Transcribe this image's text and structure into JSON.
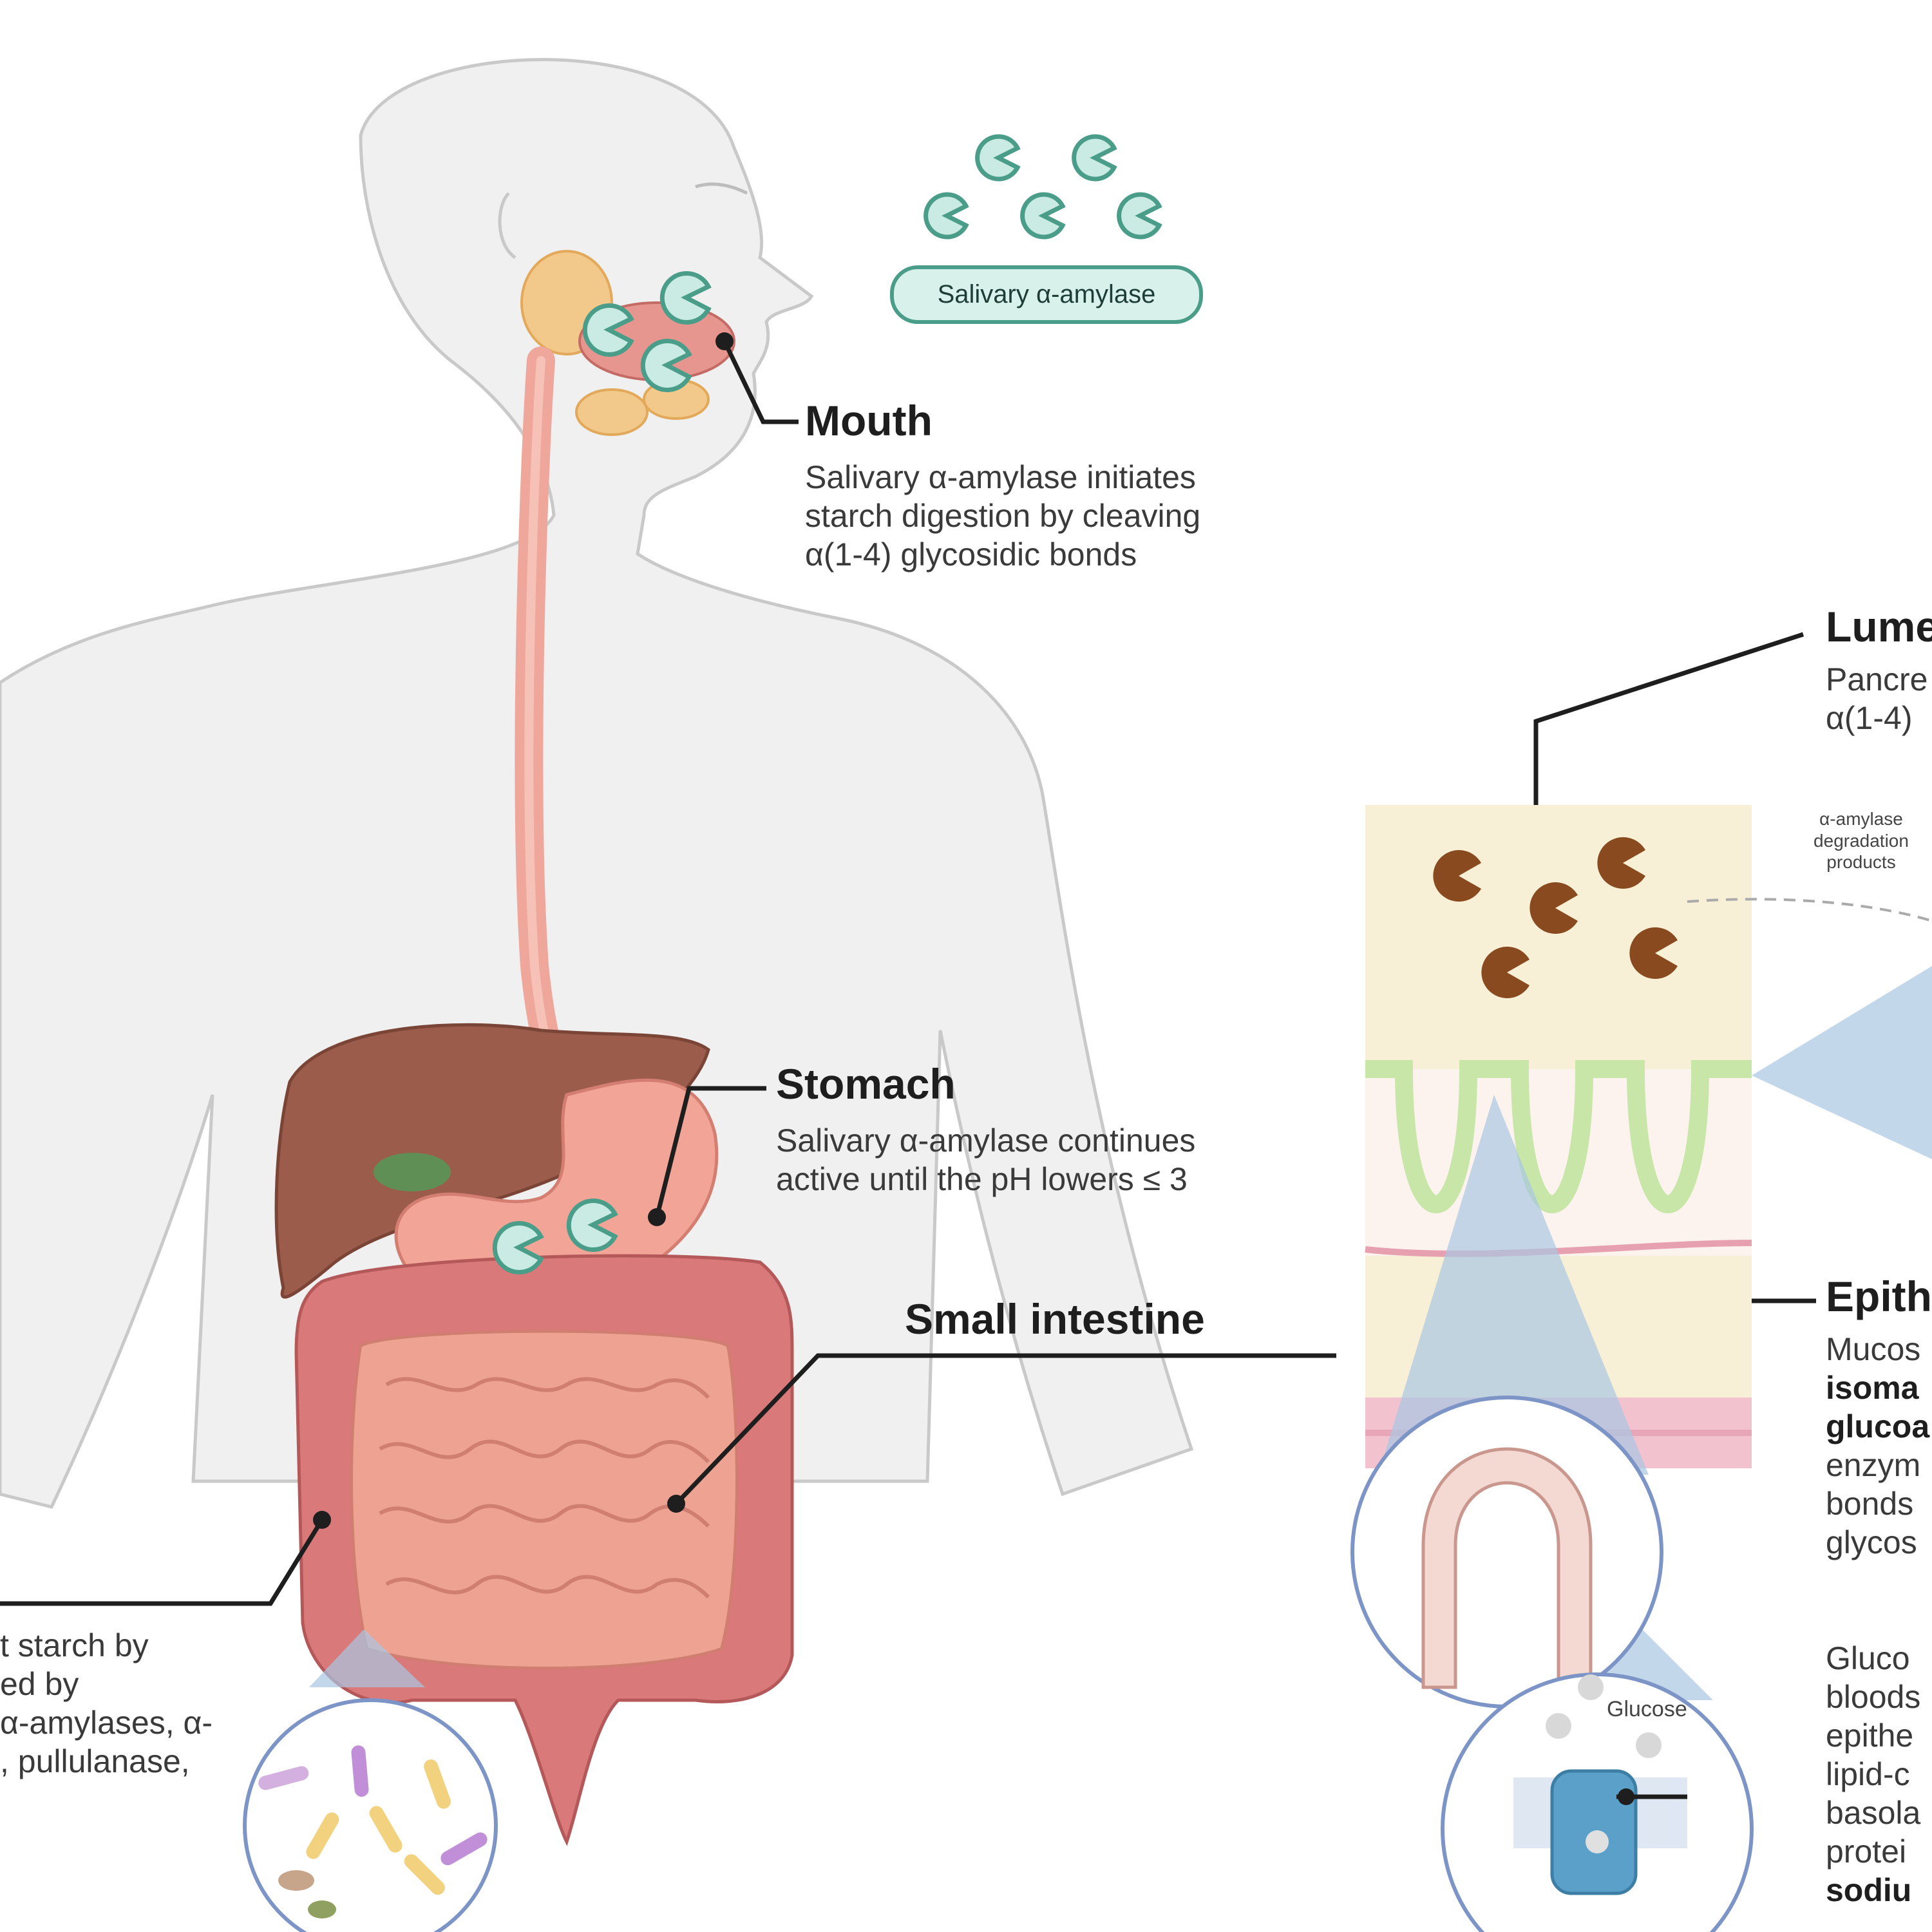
{
  "badge": {
    "text": "Salivary α-amylase"
  },
  "mouth": {
    "title": "Mouth",
    "lines": [
      "Salivary α-amylase initiates",
      "starch digestion by cleaving",
      "α(1-4) glycosidic bonds"
    ]
  },
  "stomach": {
    "title": "Stomach",
    "lines": [
      "Salivary α-amylase continues",
      "active until the pH lowers ≤ 3"
    ]
  },
  "small_intestine": {
    "title": "Small intestine"
  },
  "large_intestine": {
    "lines": [
      "t starch by",
      "ed by",
      "α-amylases, α-",
      ", pullulanase,"
    ]
  },
  "lumen": {
    "title": "Lume",
    "lines": [
      "Pancre",
      "α(1-4)"
    ],
    "degradation_lines": [
      "α-amylase",
      "degradation",
      "products"
    ]
  },
  "epithelium": {
    "title": "Epith",
    "lines": [
      "Mucos",
      "isoma",
      "glucoa",
      "enzym",
      "bonds",
      "glycos"
    ],
    "bold_lines": [
      1,
      2
    ]
  },
  "absorption": {
    "lines": [
      "Gluco",
      "bloods",
      "epithe",
      "lipid-c",
      "basola",
      "protei",
      "sodiu"
    ],
    "glucose_label": "Glucose"
  },
  "colors": {
    "skin": "#f0f0f0",
    "outline": "#c9c9c9",
    "esophagus": "#f0a79b",
    "liver": "#9c5c4c",
    "gallbladder": "#5f8f55",
    "intestine": "#eea392",
    "colon": "#d9797a",
    "enzyme_teal": "#c9ebe3",
    "enzyme_teal_stroke": "#4a9d88",
    "enzyme_brown": "#8a4a1f",
    "lumen_bg": "#f8f0d6",
    "villi_green": "#c8e6a8",
    "zoom_blue": "#a9c6e3",
    "channel_blue": "#5ba0c8"
  },
  "icons": [
    "pacman-enzyme-icon",
    "bacteria-icon",
    "glucose-transporter-icon"
  ]
}
